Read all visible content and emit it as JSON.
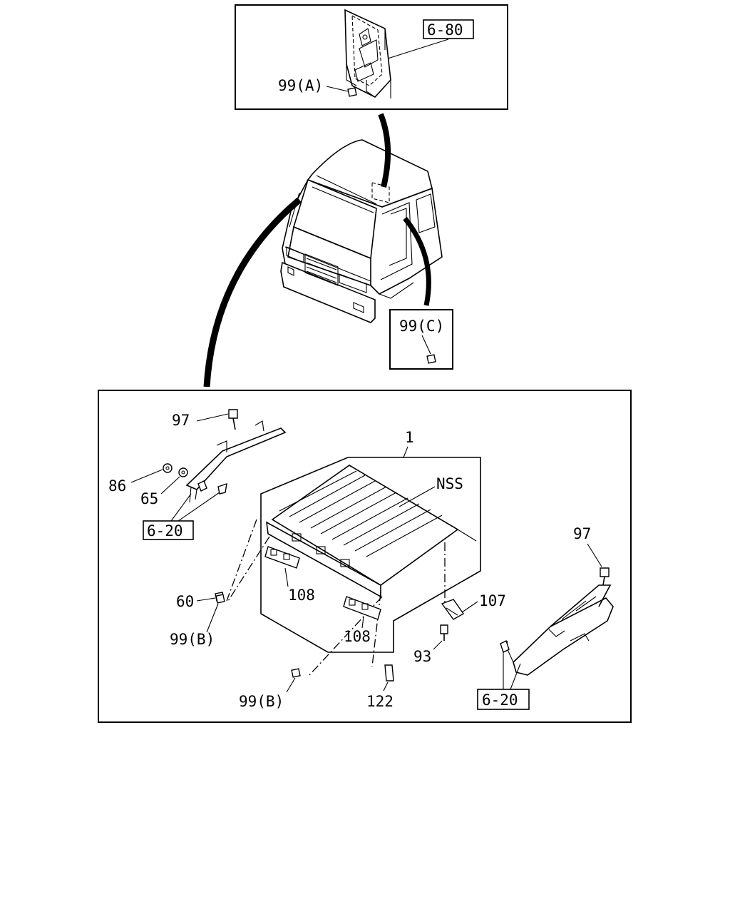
{
  "callouts": {
    "panel_ref_top": "6-80",
    "nut_a": "99(A)",
    "nut_c": "99(C)",
    "roof_panel": "1",
    "nss": "NSS",
    "bolt_left": "97",
    "washer_86": "86",
    "washer_65": "65",
    "ref_left": "6-20",
    "plug_60": "60",
    "nut_b_left": "99(B)",
    "bracket_108_left": "108",
    "bracket_108_right": "108",
    "nut_b_bottom": "99(B)",
    "clip_122": "122",
    "bracket_107": "107",
    "bolt_93": "93",
    "bolt_right": "97",
    "ref_right": "6-20"
  }
}
